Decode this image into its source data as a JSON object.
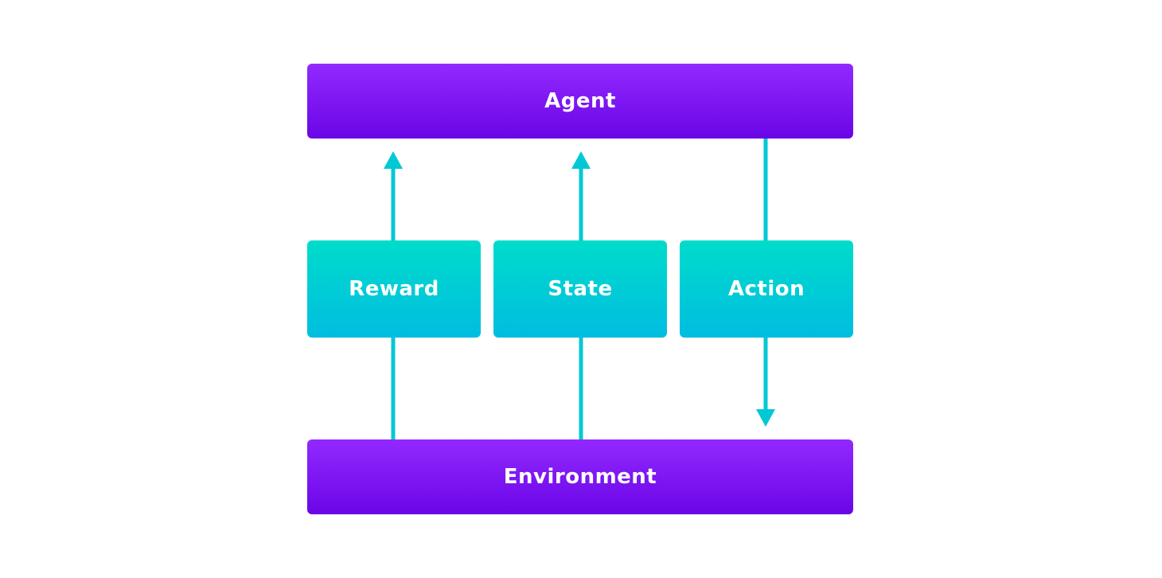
{
  "diagram": {
    "agent_label": "Agent",
    "environment_label": "Environment",
    "reward_label": "Reward",
    "state_label": "State",
    "action_label": "Action"
  },
  "colors": {
    "purple_top": "#9229ff",
    "purple_bottom": "#6a05e6",
    "teal_top": "#00dccb",
    "teal_bottom": "#00bde0",
    "arrow": "#00c8d4",
    "text": "#ffffff"
  }
}
